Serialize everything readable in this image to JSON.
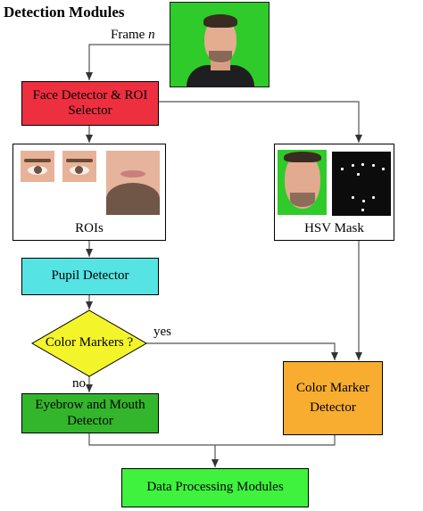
{
  "title": "Detection Modules",
  "frame_label": "Frame",
  "frame_var": "n",
  "nodes": {
    "face_detector": {
      "line1": "Face Detector & ROI",
      "line2": "Selector",
      "color": "#ee2f40"
    },
    "rois_label": "ROIs",
    "hsv_label": "HSV Mask",
    "pupil_detector": {
      "label": "Pupil Detector",
      "color": "#55e3e3"
    },
    "color_markers_decision": {
      "label": "Color Markers ?",
      "color": "#f4f42a"
    },
    "eyebrow_mouth": {
      "line1": "Eyebrow and Mouth",
      "line2": "Detector",
      "color": "#33b52c"
    },
    "color_marker_detector": {
      "line1": "Color Marker",
      "line2": "Detector",
      "color": "#f8ad30"
    },
    "data_processing": {
      "label": "Data Processing Modules",
      "color": "#3ef23e"
    }
  },
  "edge_labels": {
    "yes": "yes",
    "no": "no"
  },
  "colors": {
    "green_screen": "#2ecb2a",
    "mask_bg": "#0c0c0c"
  }
}
